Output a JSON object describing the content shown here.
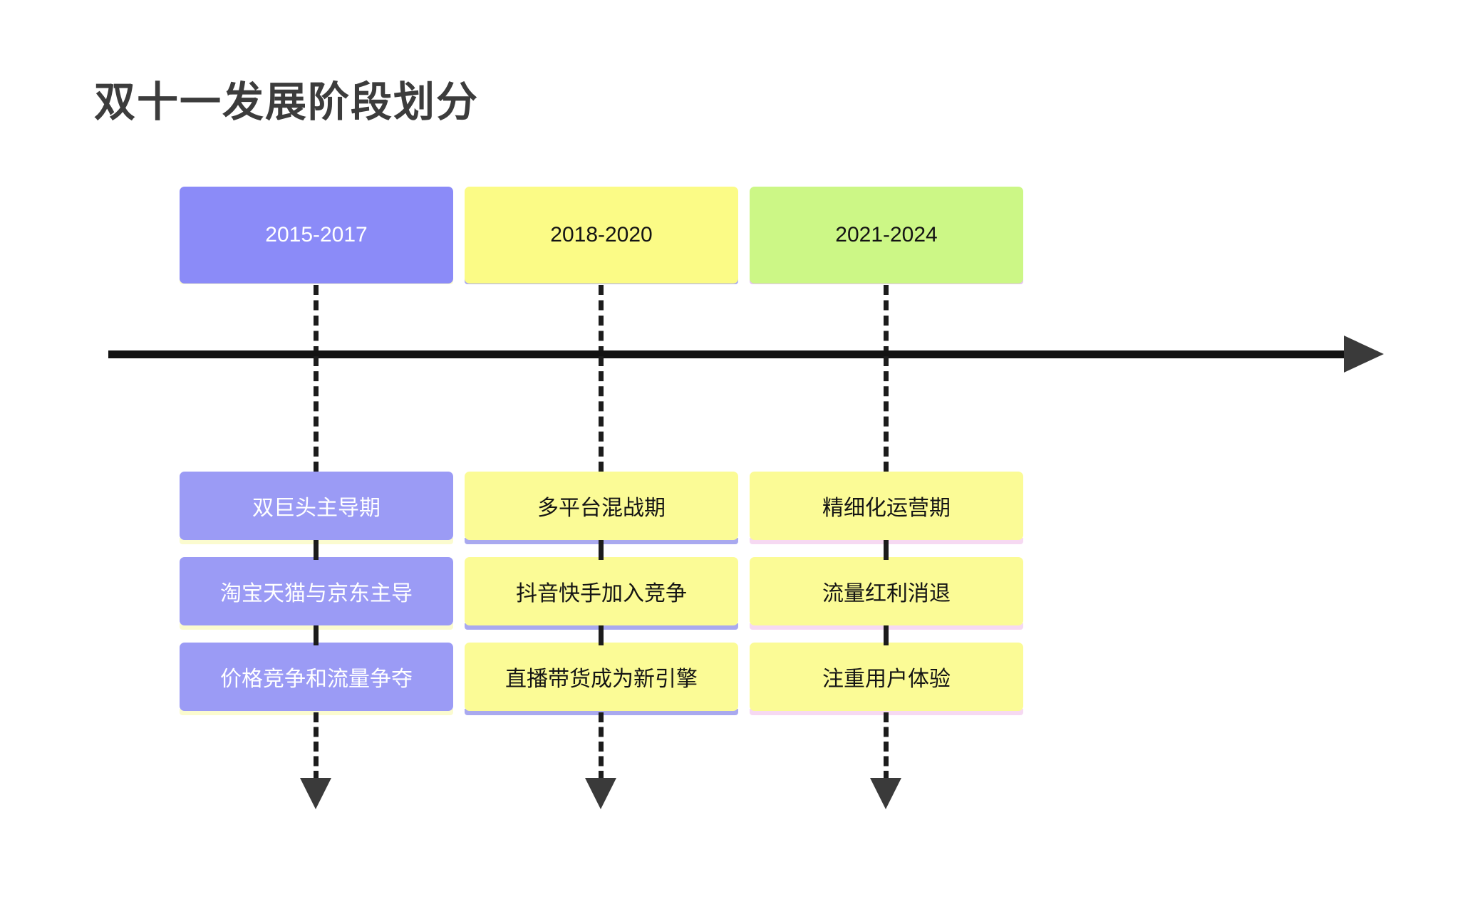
{
  "title": "双十一发展阶段划分",
  "colors": {
    "title_text": "#3c3c3c",
    "phase_purple": "#8b8bf8",
    "phase_yellow": "#fbfb86",
    "phase_green": "#ccf786",
    "item_purple": "#9b9bf5",
    "item_yellow": "#fbfb96",
    "axis": "#121212",
    "shadow_pale_yellow": "#fbfbcf",
    "shadow_blue": "#a9a9ef",
    "shadow_lavender": "#e4c2f2"
  },
  "timeline": {
    "axis_label": "timeline-axis",
    "arrow_direction": "right"
  },
  "columns": [
    {
      "period": "2015-2017",
      "period_color": "#8b8bf8",
      "items": [
        "双巨头主导期",
        "淘宝天猫与京东主导",
        "价格竞争和流量争夺"
      ]
    },
    {
      "period": "2018-2020",
      "period_color": "#fbfb86",
      "items": [
        "多平台混战期",
        "抖音快手加入竞争",
        "直播带货成为新引擎"
      ]
    },
    {
      "period": "2021-2024",
      "period_color": "#ccf786",
      "items": [
        "精细化运营期",
        "流量红利消退",
        "注重用户体验"
      ]
    }
  ]
}
